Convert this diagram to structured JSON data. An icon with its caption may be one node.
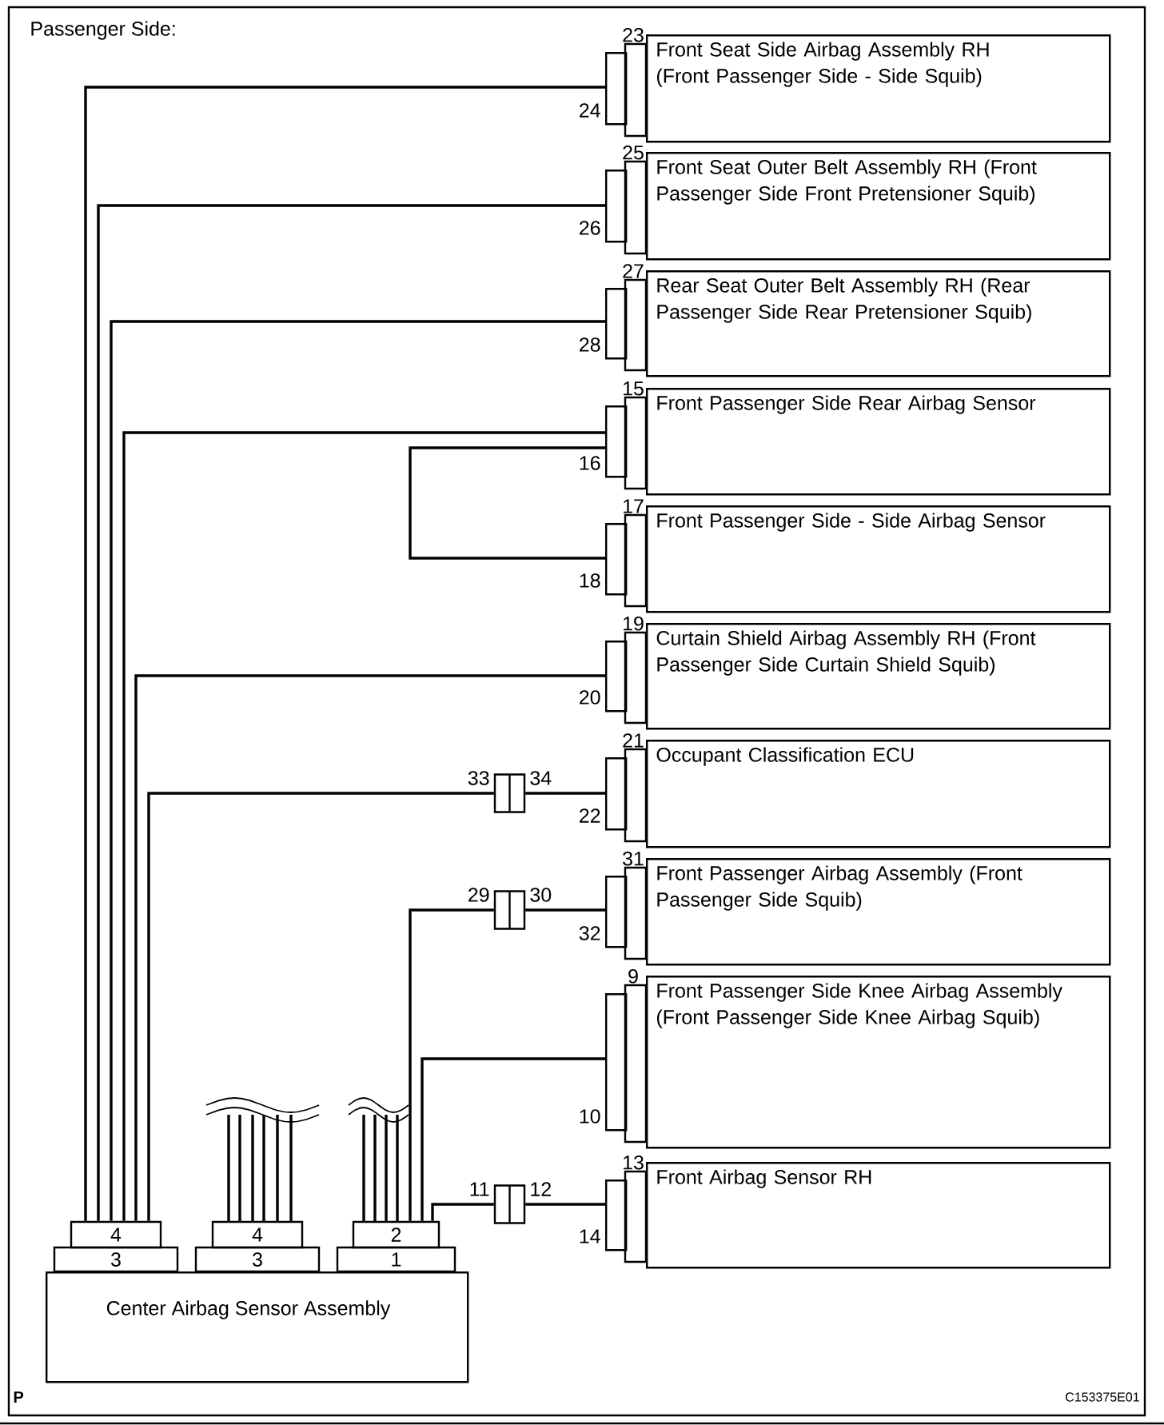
{
  "diagram": {
    "nodes": [
      {
        "text": [
          "Front Seat Side Airbag Assembly RH (Front Passenger Side - Side Squib)"
        ]
      },
      {
        "text": [
          "Front Seat Outer Belt Assembly RH (Front Passenger Side Front Pretensioner Squib)"
        ]
      },
      {
        "text": [
          "Rear Seat Outer Belt Assembly RH (Rear Passenger Side Rear Pretensioner Squib)"
        ]
      },
      {
        "text": [
          "Front Passenger Side Rear Airbag Sensor"
        ]
      },
      {
        "text": [
          "Front Passenger Side - Side Airbag Sensor"
        ]
      },
      {
        "text": [
          "Curtain Shield Airbag Assembly RH (Front Passenger Side Curtain Shield Squib)"
        ]
      },
      {
        "text": [
          "Occupant Classification ECU"
        ]
      },
      {
        "text": [
          "Front Passenger Airbag Assembly (Front Passenger Side Squib)"
        ]
      },
      {
        "text": [
          "Front Passenger Side Knee Airbag Assembly (Front Passenger Side Knee Airbag Squib)"
        ]
      },
      {
        "text": [
          "Front Airbag Sensor RH"
        ]
      },
      {
        "text": [],
        "shape": "box",
        "beside": [
          "23",
          "24"
        ]
      },
      {
        "text": [],
        "shape": "box",
        "beside": [
          "25",
          "26"
        ]
      },
      {
        "text": [],
        "shape": "box",
        "beside": [
          "27",
          "28"
        ]
      },
      {
        "text": [],
        "shape": "box",
        "beside": [
          "15",
          "16"
        ]
      },
      {
        "text": [],
        "shape": "box",
        "beside": [
          "17",
          "18"
        ]
      },
      {
        "text": [],
        "shape": "box",
        "beside": [
          "19",
          "20"
        ]
      },
      {
        "text": [],
        "shape": "box",
        "beside": [
          "21",
          "22"
        ]
      },
      {
        "text": [],
        "shape": "box",
        "beside": [
          "31",
          "32"
        ]
      },
      {
        "text": [],
        "shape": "box",
        "beside": [
          "9",
          "10"
        ]
      },
      {
        "text": [],
        "shape": "box",
        "beside": [
          "13",
          "14"
        ]
      },
      {
        "text": [],
        "shape": "box",
        "beside": [
          "33",
          "34"
        ]
      },
      {
        "text": [],
        "shape": "box",
        "beside": [
          "29",
          "30"
        ]
      },
      {
        "text": [],
        "shape": "box",
        "beside": [
          "11",
          "12"
        ]
      },
      {
        "text": [
          "Center Airbag Sensor Assembly"
        ]
      },
      {
        "text": [
          "4"
        ]
      },
      {
        "text": [
          "3"
        ]
      },
      {
        "text": [
          "4"
        ]
      },
      {
        "text": [
          "3"
        ]
      },
      {
        "text": [
          "2"
        ]
      },
      {
        "text": [
          "1"
        ]
      }
    ],
    "edges": [
      {
        "from": 24,
        "to": 10,
        "arrow": "none"
      },
      {
        "from": 24,
        "to": 11,
        "arrow": "none"
      },
      {
        "from": 24,
        "to": 12,
        "arrow": "none"
      },
      {
        "from": 24,
        "to": 13,
        "arrow": "none"
      },
      {
        "from": 13,
        "to": 14,
        "arrow": "none"
      },
      {
        "from": 24,
        "to": 15,
        "arrow": "none"
      },
      {
        "from": 24,
        "to": 20,
        "arrow": "none"
      },
      {
        "from": 20,
        "to": 16,
        "arrow": "none"
      },
      {
        "from": 28,
        "to": 21,
        "arrow": "none"
      },
      {
        "from": 21,
        "to": 17,
        "arrow": "none"
      },
      {
        "from": 28,
        "to": 18,
        "arrow": "none"
      },
      {
        "from": 28,
        "to": 22,
        "arrow": "none"
      },
      {
        "from": 22,
        "to": 19,
        "arrow": "none"
      }
    ],
    "labels": [
      "Passenger Side:",
      "P",
      "C153375E01"
    ]
  }
}
